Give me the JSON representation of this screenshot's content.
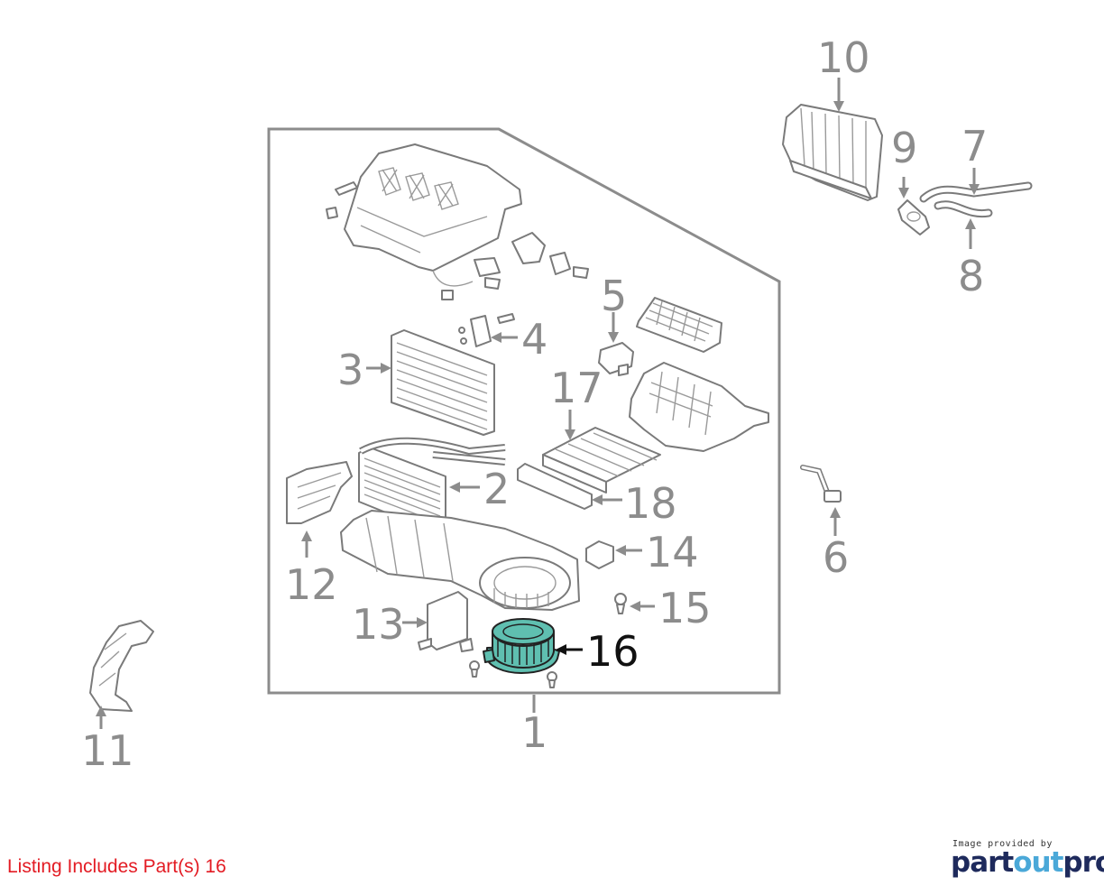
{
  "callouts": {
    "c1": "1",
    "c2": "2",
    "c3": "3",
    "c4": "4",
    "c5": "5",
    "c6": "6",
    "c7": "7",
    "c8": "8",
    "c9": "9",
    "c10": "10",
    "c11": "11",
    "c12": "12",
    "c13": "13",
    "c14": "14",
    "c15": "15",
    "c16": "16",
    "c17": "17",
    "c18": "18"
  },
  "highlighted_part": "16",
  "highlight_color": "#5fbfb0",
  "footer": {
    "listing": "Listing Includes Part(s) 16",
    "listing_color": "#e31b23",
    "credit": "Image provided by",
    "brand_part": "part",
    "brand_accent": "out",
    "brand_end": "pro"
  }
}
